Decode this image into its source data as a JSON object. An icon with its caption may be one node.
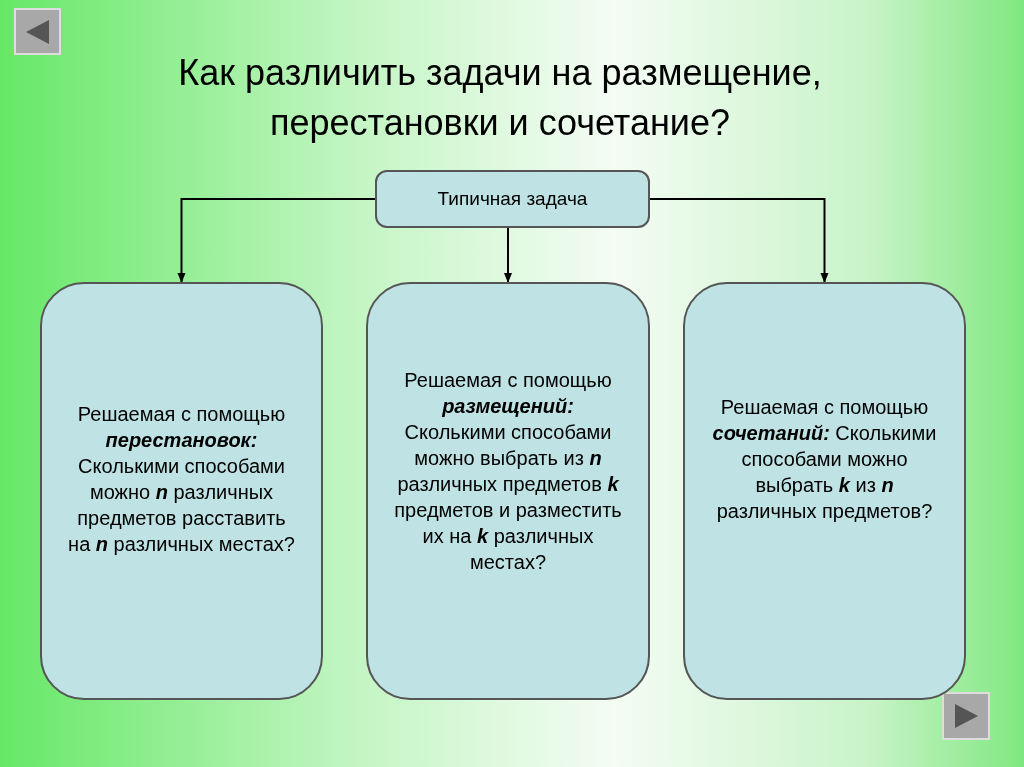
{
  "diagram": {
    "title": "Как различить задачи на размещение, перестановки и сочетание?",
    "nodes": [
      {
        "text": [
          "Типичная задача"
        ]
      },
      {
        "text": [
          "Решаемая с помощью **перестановок:** Сколькими способами можно **n** различных предметов расставить на **n** различных местах?"
        ]
      },
      {
        "text": [
          "Решаемая с помощью **размещений:** Сколькими способами можно выбрать из **n** различных предметов **k** предметов и разместить их на **k** различных местах?"
        ]
      },
      {
        "text": [
          "Решаемая с помощью **сочетаний:** Сколькими способами можно выбрать **k** из **n** различных предметов?"
        ]
      }
    ],
    "edges": [
      {
        "from": 0,
        "to": 1,
        "arrow": "to"
      },
      {
        "from": 0,
        "to": 2,
        "arrow": "to"
      },
      {
        "from": 0,
        "to": 3,
        "arrow": "to"
      }
    ]
  }
}
